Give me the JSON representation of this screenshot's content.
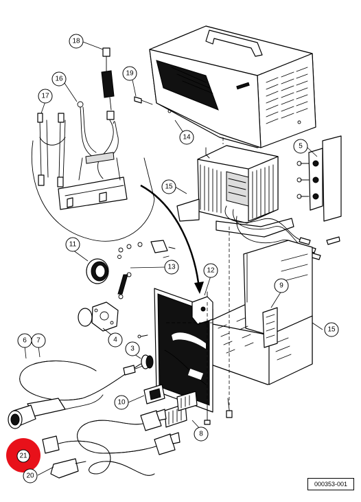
{
  "drawing_number": "000353-001",
  "highlight_color": "#e8111a",
  "callouts": {
    "c1": "3",
    "c2": "4",
    "c3": "5",
    "c4": "6",
    "c5": "7",
    "c6": "8",
    "c7": "9",
    "c8": "10",
    "c9": "11",
    "c10": "12",
    "c11": "13",
    "c12": "14",
    "c13": "15",
    "c14": "15",
    "c15": "16",
    "c16": "17",
    "c17": "18",
    "c18": "19",
    "c19": "20",
    "c20": "21"
  }
}
